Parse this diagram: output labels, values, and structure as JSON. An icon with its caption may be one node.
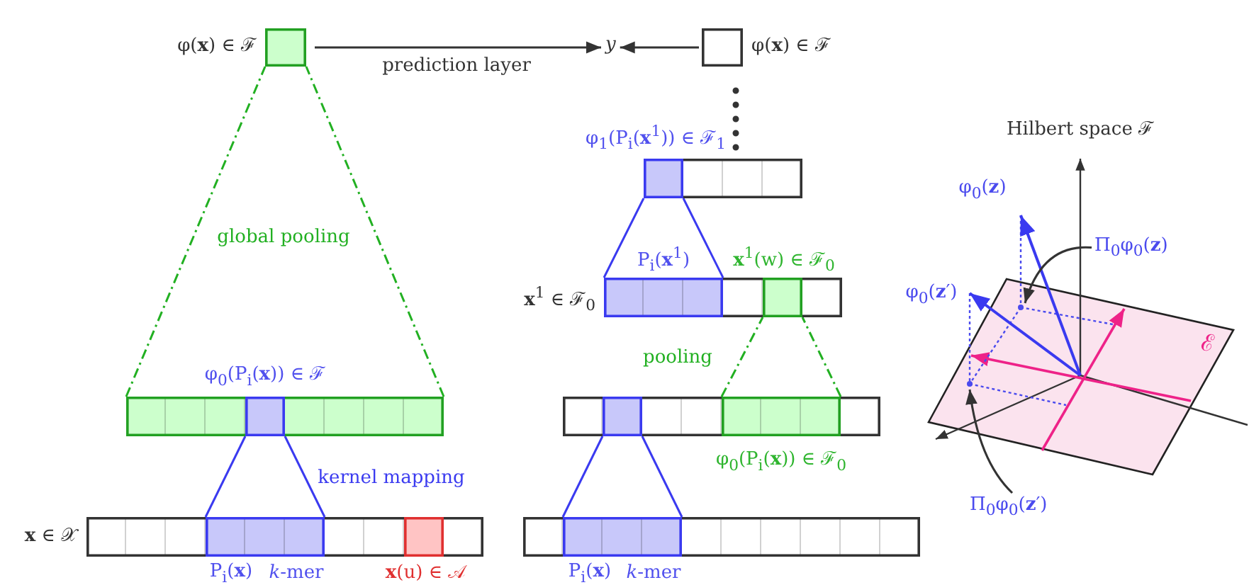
{
  "diagram": {
    "nodes": [
      {
        "text": [],
        "shape": "box",
        "beside": [
          "φ(**x**) ∈ ℱ"
        ]
      },
      {
        "text": [
          "y"
        ]
      },
      {
        "text": [],
        "shape": "box",
        "beside": [
          "φ(**x**) ∈ ℱ"
        ]
      },
      {
        "text": [],
        "shape": "bar"
      },
      {
        "text": [],
        "shape": "box",
        "in": 3,
        "beside": [
          "φ$_{0}$(P$_{i}$(**x**)) ∈ ℱ"
        ]
      },
      {
        "text": [],
        "shape": "bar",
        "beside": [
          "**x** ∈ 𝒳"
        ]
      },
      {
        "text": [],
        "shape": "bar",
        "in": 5,
        "beside": [
          "P$_{i}$(**x**)",
          "*k*-mer"
        ]
      },
      {
        "text": [],
        "shape": "box",
        "in": 5,
        "beside": [
          "**x**(u) ∈ 𝒜"
        ]
      },
      {
        "text": [],
        "shape": "bar"
      },
      {
        "text": [],
        "shape": "box",
        "in": 8,
        "beside": [
          "φ$_{1}$(P$_{i}$(**x**$^{1}$)) ∈ ℱ$_{1}$"
        ]
      },
      {
        "text": [],
        "shape": "bar",
        "beside": [
          "**x**$^{1}$ ∈ ℱ$_{0}$"
        ]
      },
      {
        "text": [],
        "shape": "bar",
        "in": 10,
        "beside": [
          "P$_{i}$(**x**$^{1}$)"
        ]
      },
      {
        "text": [],
        "shape": "box",
        "in": 10,
        "beside": [
          "**x**$^{1}$(w) ∈ ℱ$_{0}$"
        ]
      },
      {
        "text": [],
        "shape": "bar"
      },
      {
        "text": [],
        "shape": "box",
        "in": 13
      },
      {
        "text": [],
        "shape": "bar",
        "in": 13,
        "beside": [
          "φ$_{0}$(P$_{i}$(**x**)) ∈ ℱ$_{0}$"
        ]
      },
      {
        "text": [],
        "shape": "bar"
      },
      {
        "text": [],
        "shape": "bar",
        "in": 16,
        "beside": [
          "P$_{i}$(**x**)",
          "*k*-mer"
        ]
      },
      {
        "text": [
          "Π$_{0}$φ$_{0}$(**z**)"
        ]
      },
      {
        "text": [
          "Π$_{0}$φ$_{0}$(**z**′)"
        ]
      },
      {
        "text": [],
        "shape": "point"
      },
      {
        "text": [],
        "shape": "point"
      }
    ],
    "edges": [
      {
        "from": 0,
        "to": 1,
        "arrow": "to",
        "label": "prediction layer",
        "color": "#333333"
      },
      {
        "from": 2,
        "to": 1,
        "arrow": "to",
        "color": "#333333"
      },
      {
        "from": 8,
        "to": 2,
        "arrow": "none",
        "style": "dashed",
        "color": "#333333"
      },
      {
        "from": 3,
        "to": 0,
        "arrow": "none",
        "style": "dashed",
        "color": "#22b022",
        "label": "global pooling"
      },
      {
        "from": 3,
        "to": 0,
        "arrow": "none",
        "style": "dashed",
        "color": "#22b022"
      },
      {
        "from": 6,
        "to": 4,
        "arrow": "none",
        "color": "#3a3af0"
      },
      {
        "from": 6,
        "to": 4,
        "arrow": "none",
        "color": "#3a3af0",
        "label": "kernel mapping"
      },
      {
        "from": 11,
        "to": 9,
        "arrow": "none",
        "color": "#3a3af0"
      },
      {
        "from": 11,
        "to": 9,
        "arrow": "none",
        "color": "#3a3af0"
      },
      {
        "from": 15,
        "to": 12,
        "arrow": "none",
        "style": "dashed",
        "color": "#22b022",
        "label": "pooling"
      },
      {
        "from": 15,
        "to": 12,
        "arrow": "none",
        "style": "dashed",
        "color": "#22b022"
      },
      {
        "from": 17,
        "to": 14,
        "arrow": "none",
        "color": "#3a3af0"
      },
      {
        "from": 17,
        "to": 14,
        "arrow": "none",
        "color": "#3a3af0"
      },
      {
        "from": 18,
        "to": 20,
        "arrow": "to",
        "color": "#333333"
      },
      {
        "from": 19,
        "to": 21,
        "arrow": "to",
        "color": "#333333"
      }
    ],
    "labels": [
      "Hilbert space ℱ",
      "φ$_{0}$(**z**)",
      "φ$_{0}$(**z**′)",
      "ℰ"
    ]
  }
}
